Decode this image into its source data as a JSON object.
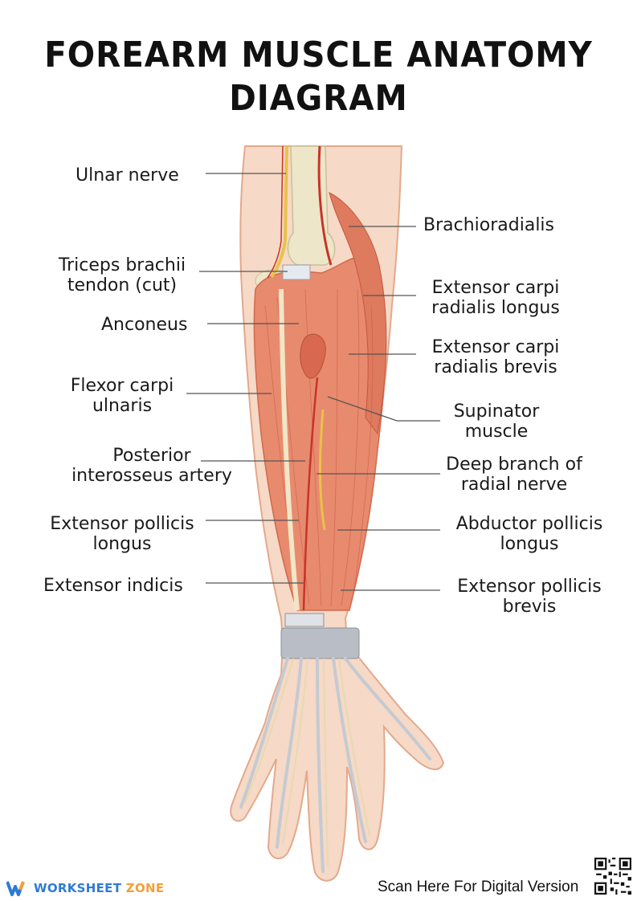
{
  "title": {
    "line1": "FOREARM MUSCLE ANATOMY",
    "line2": "DIAGRAM"
  },
  "labels": {
    "ulnar_nerve": [
      "Ulnar nerve"
    ],
    "triceps": [
      "Triceps brachii",
      "tendon (cut)"
    ],
    "anconeus": [
      "Anconeus"
    ],
    "flexor_carpi_ulnaris": [
      "Flexor carpi",
      "ulnaris"
    ],
    "posterior_interosseus": [
      "Posterior",
      "interosseus artery"
    ],
    "extensor_pollicis_longus": [
      "Extensor pollicis",
      "longus"
    ],
    "extensor_indicis": [
      "Extensor indicis"
    ],
    "brachioradialis": [
      "Brachioradialis"
    ],
    "ecr_longus": [
      "Extensor carpi",
      "radialis longus"
    ],
    "ecr_brevis": [
      "Extensor carpi",
      "radialis brevis"
    ],
    "supinator": [
      "Supinator",
      "muscle"
    ],
    "deep_branch": [
      "Deep branch of",
      "radial nerve"
    ],
    "abductor_pollicis_longus": [
      "Abductor pollicis",
      "longus"
    ],
    "extensor_pollicis_brevis": [
      "Extensor pollicis",
      "brevis"
    ]
  },
  "footer": {
    "brand_part1": "WORKSHEET",
    "brand_part2": "ZONE",
    "scan_text": "Scan Here For Digital Version"
  },
  "colors": {
    "skin": "#f6d9c6",
    "muscle": "#e88a6e",
    "muscle_dark": "#cf6a4e",
    "tendon": "#ede6c8",
    "artery": "#c8342a",
    "nerve": "#e8c24a",
    "band": "#b9bec6",
    "leader": "#555555"
  }
}
